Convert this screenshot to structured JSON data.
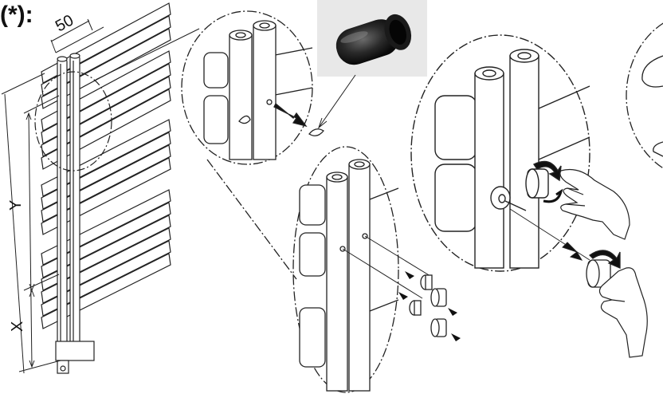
{
  "figure": {
    "title": "(*):",
    "dimension_width": "50",
    "dimension_y": "Y",
    "dimension_x": "X"
  }
}
